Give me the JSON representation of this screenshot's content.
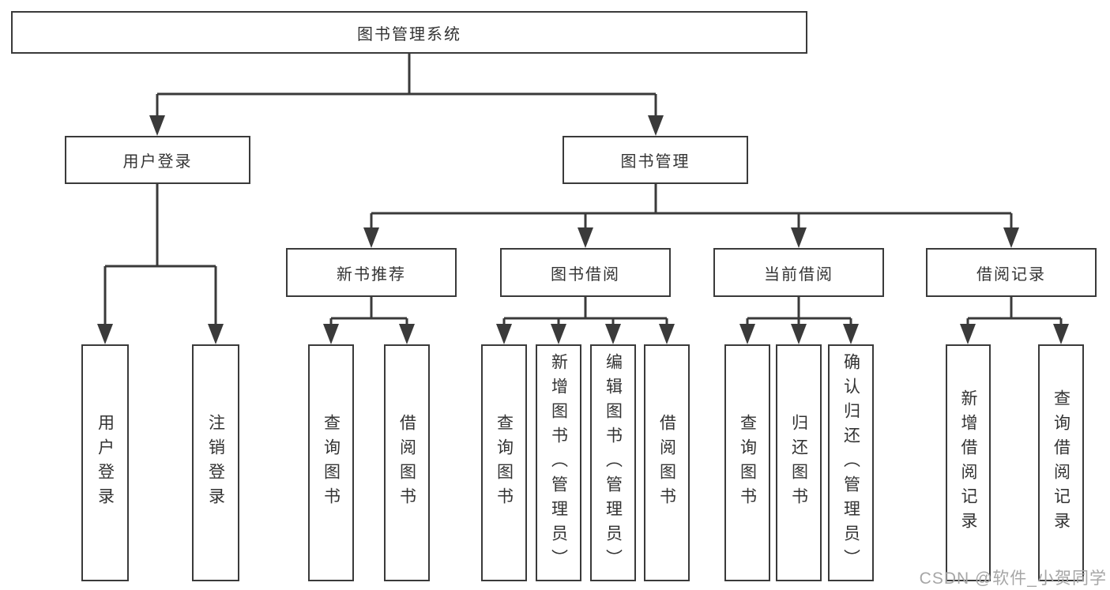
{
  "watermark": "CSDN @软件_小贺同学",
  "colors": {
    "background": "#ffffff",
    "line": "#3a3a3a",
    "text": "#333333",
    "watermark": "#a6a6a6"
  },
  "tree": {
    "root": {
      "label": "图书管理系统",
      "children": [
        {
          "label": "用户登录",
          "children": [
            {
              "label": "用户登录"
            },
            {
              "label": "注销登录"
            }
          ]
        },
        {
          "label": "图书管理",
          "children": [
            {
              "label": "新书推荐",
              "children": [
                {
                  "label": "查询图书"
                },
                {
                  "label": "借阅图书"
                }
              ]
            },
            {
              "label": "图书借阅",
              "children": [
                {
                  "label": "查询图书"
                },
                {
                  "label": "新增图书（管理员）"
                },
                {
                  "label": "编辑图书（管理员）"
                },
                {
                  "label": "借阅图书"
                }
              ]
            },
            {
              "label": "当前借阅",
              "children": [
                {
                  "label": "查询图书"
                },
                {
                  "label": "归还图书"
                },
                {
                  "label": "确认归还（管理员）"
                }
              ]
            },
            {
              "label": "借阅记录",
              "children": [
                {
                  "label": "新增借阅记录"
                },
                {
                  "label": "查询借阅记录"
                }
              ]
            }
          ]
        }
      ]
    }
  }
}
